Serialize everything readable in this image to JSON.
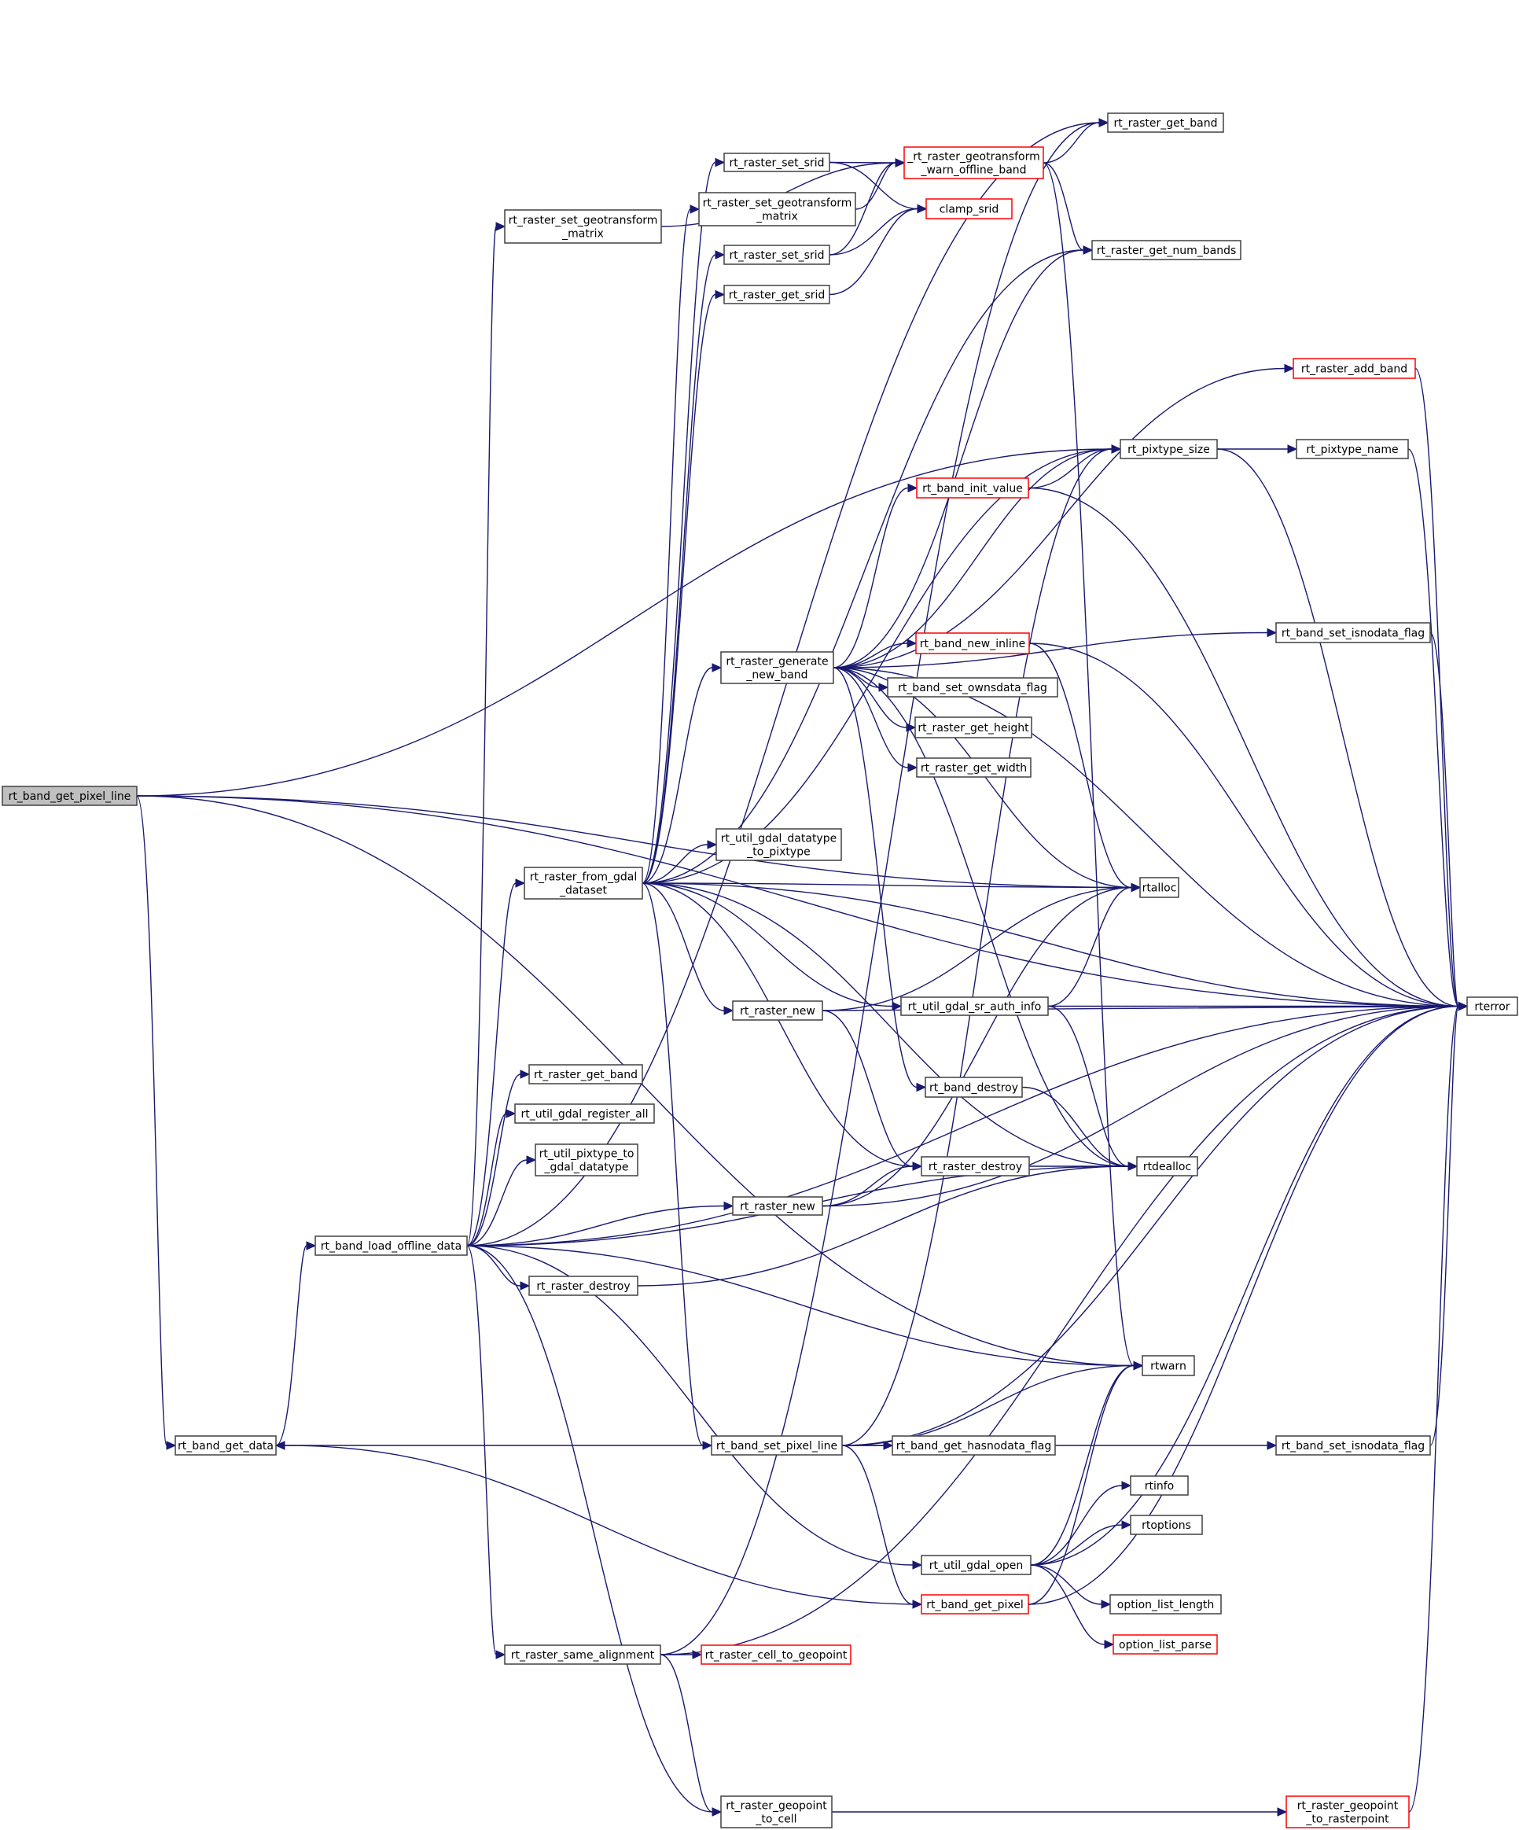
{
  "diagram": {
    "type": "call-graph",
    "root": "n_root",
    "colors": {
      "edge": "#191970",
      "node_border": "#404040",
      "root_fill": "#bfbfbf",
      "incomplete_border": "#ff0000"
    },
    "nodes": [
      {
        "id": "n_root",
        "lines": [
          "rt_band_get_pixel_line"
        ],
        "root": true
      },
      {
        "id": "n_band_get_data",
        "lines": [
          "rt_band_get_data"
        ]
      },
      {
        "id": "n_load_offline",
        "lines": [
          "rt_band_load_offline_data"
        ]
      },
      {
        "id": "n_set_geo_left",
        "lines": [
          "rt_raster_set_geotransform",
          "_matrix"
        ]
      },
      {
        "id": "n_from_gdal",
        "lines": [
          "rt_raster_from_gdal",
          "_dataset"
        ]
      },
      {
        "id": "n_get_band_left",
        "lines": [
          "rt_raster_get_band"
        ]
      },
      {
        "id": "n_register_all",
        "lines": [
          "rt_util_gdal_register_all"
        ]
      },
      {
        "id": "n_pixtype_to_gdal",
        "lines": [
          "rt_util_pixtype_to",
          "_gdal_datatype"
        ]
      },
      {
        "id": "n_destroy_left",
        "lines": [
          "rt_raster_destroy"
        ]
      },
      {
        "id": "n_same_align",
        "lines": [
          "rt_raster_same_alignment"
        ]
      },
      {
        "id": "n_set_srid1",
        "lines": [
          "rt_raster_set_srid"
        ]
      },
      {
        "id": "n_set_geo_mid",
        "lines": [
          "rt_raster_set_geotransform",
          "_matrix"
        ]
      },
      {
        "id": "n_set_srid2",
        "lines": [
          "rt_raster_set_srid"
        ]
      },
      {
        "id": "n_get_srid",
        "lines": [
          "rt_raster_get_srid"
        ]
      },
      {
        "id": "n_gen_new_band",
        "lines": [
          "rt_raster_generate",
          "_new_band"
        ]
      },
      {
        "id": "n_datatype_to_pix",
        "lines": [
          "rt_util_gdal_datatype",
          "_to_pixtype"
        ]
      },
      {
        "id": "n_raster_new1",
        "lines": [
          "rt_raster_new"
        ]
      },
      {
        "id": "n_raster_new2",
        "lines": [
          "rt_raster_new"
        ]
      },
      {
        "id": "n_set_pixel_line",
        "lines": [
          "rt_band_set_pixel_line"
        ]
      },
      {
        "id": "n_geo_to_cell",
        "lines": [
          "rt_raster_geopoint",
          "_to_cell"
        ]
      },
      {
        "id": "n_warn_offline",
        "lines": [
          "_rt_raster_geotransform",
          "_warn_offline_band"
        ],
        "red": true
      },
      {
        "id": "n_clamp_srid",
        "lines": [
          "clamp_srid"
        ],
        "red": true
      },
      {
        "id": "n_band_init",
        "lines": [
          "rt_band_init_value"
        ],
        "red": true
      },
      {
        "id": "n_band_new_inline",
        "lines": [
          "rt_band_new_inline"
        ],
        "red": true
      },
      {
        "id": "n_ownsdata",
        "lines": [
          "rt_band_set_ownsdata_flag"
        ]
      },
      {
        "id": "n_get_height",
        "lines": [
          "rt_raster_get_height"
        ]
      },
      {
        "id": "n_get_width",
        "lines": [
          "rt_raster_get_width"
        ]
      },
      {
        "id": "n_sr_auth",
        "lines": [
          "rt_util_gdal_sr_auth_info"
        ]
      },
      {
        "id": "n_band_destroy",
        "lines": [
          "rt_band_destroy"
        ]
      },
      {
        "id": "n_destroy_mid",
        "lines": [
          "rt_raster_destroy"
        ]
      },
      {
        "id": "n_hasnodata",
        "lines": [
          "rt_band_get_hasnodata_flag"
        ]
      },
      {
        "id": "n_gdal_open",
        "lines": [
          "rt_util_gdal_open"
        ]
      },
      {
        "id": "n_get_pixel",
        "lines": [
          "rt_band_get_pixel"
        ],
        "red": true
      },
      {
        "id": "n_cell_to_geo",
        "lines": [
          "rt_raster_cell_to_geopoint"
        ],
        "red": true
      },
      {
        "id": "n_get_band_top",
        "lines": [
          "rt_raster_get_band"
        ]
      },
      {
        "id": "n_num_bands",
        "lines": [
          "rt_raster_get_num_bands"
        ]
      },
      {
        "id": "n_add_band",
        "lines": [
          "rt_raster_add_band"
        ],
        "red": true
      },
      {
        "id": "n_pixtype_size",
        "lines": [
          "rt_pixtype_size"
        ]
      },
      {
        "id": "n_pixtype_name",
        "lines": [
          "rt_pixtype_name"
        ]
      },
      {
        "id": "n_isnodata1",
        "lines": [
          "rt_band_set_isnodata_flag"
        ]
      },
      {
        "id": "n_rtalloc",
        "lines": [
          "rtalloc"
        ]
      },
      {
        "id": "n_rtdealloc",
        "lines": [
          "rtdealloc"
        ]
      },
      {
        "id": "n_rtwarn",
        "lines": [
          "rtwarn"
        ]
      },
      {
        "id": "n_rterror",
        "lines": [
          "rterror"
        ]
      },
      {
        "id": "n_isnodata2",
        "lines": [
          "rt_band_set_isnodata_flag"
        ]
      },
      {
        "id": "n_rtinfo",
        "lines": [
          "rtinfo"
        ]
      },
      {
        "id": "n_rtoptions",
        "lines": [
          "rtoptions"
        ]
      },
      {
        "id": "n_opt_len",
        "lines": [
          "option_list_length"
        ]
      },
      {
        "id": "n_opt_parse",
        "lines": [
          "option_list_parse"
        ],
        "red": true
      },
      {
        "id": "n_geo_to_rasterpoint",
        "lines": [
          "rt_raster_geopoint",
          "_to_rasterpoint"
        ],
        "red": true
      }
    ],
    "edges": [
      [
        "n_root",
        "n_band_get_data"
      ],
      [
        "n_root",
        "n_pixtype_size"
      ],
      [
        "n_root",
        "n_rtalloc"
      ],
      [
        "n_root",
        "n_rterror"
      ],
      [
        "n_root",
        "n_rtwarn"
      ],
      [
        "n_band_get_data",
        "n_load_offline"
      ],
      [
        "n_load_offline",
        "n_set_geo_left"
      ],
      [
        "n_load_offline",
        "n_from_gdal"
      ],
      [
        "n_load_offline",
        "n_get_band_left"
      ],
      [
        "n_load_offline",
        "n_register_all"
      ],
      [
        "n_load_offline",
        "n_pixtype_to_gdal"
      ],
      [
        "n_load_offline",
        "n_raster_new2"
      ],
      [
        "n_load_offline",
        "n_destroy_left"
      ],
      [
        "n_load_offline",
        "n_rtwarn"
      ],
      [
        "n_load_offline",
        "n_gdal_open"
      ],
      [
        "n_load_offline",
        "n_same_align"
      ],
      [
        "n_load_offline",
        "n_geo_to_cell"
      ],
      [
        "n_load_offline",
        "n_rterror"
      ],
      [
        "n_load_offline",
        "n_rtdealloc"
      ],
      [
        "n_load_offline",
        "n_get_band_top"
      ],
      [
        "n_set_geo_left",
        "n_warn_offline"
      ],
      [
        "n_from_gdal",
        "n_set_srid1"
      ],
      [
        "n_from_gdal",
        "n_set_geo_mid"
      ],
      [
        "n_from_gdal",
        "n_set_srid2"
      ],
      [
        "n_from_gdal",
        "n_get_srid"
      ],
      [
        "n_from_gdal",
        "n_gen_new_band"
      ],
      [
        "n_from_gdal",
        "n_datatype_to_pix"
      ],
      [
        "n_from_gdal",
        "n_rtalloc"
      ],
      [
        "n_from_gdal",
        "n_raster_new1"
      ],
      [
        "n_from_gdal",
        "n_sr_auth"
      ],
      [
        "n_from_gdal",
        "n_destroy_mid"
      ],
      [
        "n_from_gdal",
        "n_rtdealloc"
      ],
      [
        "n_from_gdal",
        "n_set_pixel_line"
      ],
      [
        "n_from_gdal",
        "n_num_bands"
      ],
      [
        "n_from_gdal",
        "n_pixtype_size"
      ],
      [
        "n_from_gdal",
        "n_rterror"
      ],
      [
        "n_set_srid1",
        "n_warn_offline"
      ],
      [
        "n_set_srid1",
        "n_clamp_srid"
      ],
      [
        "n_set_geo_mid",
        "n_warn_offline"
      ],
      [
        "n_set_srid2",
        "n_warn_offline"
      ],
      [
        "n_set_srid2",
        "n_clamp_srid"
      ],
      [
        "n_get_srid",
        "n_clamp_srid"
      ],
      [
        "n_warn_offline",
        "n_get_band_top"
      ],
      [
        "n_warn_offline",
        "n_num_bands"
      ],
      [
        "n_warn_offline",
        "n_rtwarn"
      ],
      [
        "n_gen_new_band",
        "n_add_band"
      ],
      [
        "n_gen_new_band",
        "n_pixtype_size"
      ],
      [
        "n_gen_new_band",
        "n_band_init"
      ],
      [
        "n_gen_new_band",
        "n_band_new_inline"
      ],
      [
        "n_gen_new_band",
        "n_ownsdata"
      ],
      [
        "n_gen_new_band",
        "n_get_height"
      ],
      [
        "n_gen_new_band",
        "n_get_width"
      ],
      [
        "n_gen_new_band",
        "n_isnodata1"
      ],
      [
        "n_gen_new_band",
        "n_rtalloc"
      ],
      [
        "n_gen_new_band",
        "n_band_destroy"
      ],
      [
        "n_gen_new_band",
        "n_rtdealloc"
      ],
      [
        "n_gen_new_band",
        "n_rterror"
      ],
      [
        "n_gen_new_band",
        "n_num_bands"
      ],
      [
        "n_band_init",
        "n_pixtype_size"
      ],
      [
        "n_band_init",
        "n_rterror"
      ],
      [
        "n_band_new_inline",
        "n_rtalloc"
      ],
      [
        "n_band_new_inline",
        "n_rterror"
      ],
      [
        "n_pixtype_size",
        "n_pixtype_name"
      ],
      [
        "n_pixtype_size",
        "n_rterror"
      ],
      [
        "n_pixtype_name",
        "n_rterror"
      ],
      [
        "n_add_band",
        "n_rterror"
      ],
      [
        "n_isnodata1",
        "n_rterror"
      ],
      [
        "n_raster_new1",
        "n_rtalloc"
      ],
      [
        "n_raster_new1",
        "n_rterror"
      ],
      [
        "n_raster_new1",
        "n_destroy_mid"
      ],
      [
        "n_raster_new2",
        "n_rtalloc"
      ],
      [
        "n_raster_new2",
        "n_rterror"
      ],
      [
        "n_raster_new2",
        "n_destroy_mid"
      ],
      [
        "n_sr_auth",
        "n_rtalloc"
      ],
      [
        "n_sr_auth",
        "n_rterror"
      ],
      [
        "n_sr_auth",
        "n_rtdealloc"
      ],
      [
        "n_band_destroy",
        "n_rtdealloc"
      ],
      [
        "n_destroy_mid",
        "n_rtdealloc"
      ],
      [
        "n_destroy_left",
        "n_rtdealloc"
      ],
      [
        "n_set_pixel_line",
        "n_band_get_data"
      ],
      [
        "n_set_pixel_line",
        "n_hasnodata"
      ],
      [
        "n_set_pixel_line",
        "n_isnodata2"
      ],
      [
        "n_set_pixel_line",
        "n_get_pixel"
      ],
      [
        "n_set_pixel_line",
        "n_rtwarn"
      ],
      [
        "n_set_pixel_line",
        "n_rterror"
      ],
      [
        "n_set_pixel_line",
        "n_pixtype_size"
      ],
      [
        "n_isnodata2",
        "n_rterror"
      ],
      [
        "n_gdal_open",
        "n_rtinfo"
      ],
      [
        "n_gdal_open",
        "n_rtoptions"
      ],
      [
        "n_gdal_open",
        "n_opt_len"
      ],
      [
        "n_gdal_open",
        "n_opt_parse"
      ],
      [
        "n_gdal_open",
        "n_rtwarn"
      ],
      [
        "n_gdal_open",
        "n_rterror"
      ],
      [
        "n_get_pixel",
        "n_band_get_data"
      ],
      [
        "n_get_pixel",
        "n_rtwarn"
      ],
      [
        "n_get_pixel",
        "n_rterror"
      ],
      [
        "n_same_align",
        "n_cell_to_geo"
      ],
      [
        "n_same_align",
        "n_geo_to_cell"
      ],
      [
        "n_same_align",
        "n_rterror"
      ],
      [
        "n_same_align",
        "n_get_band_top"
      ],
      [
        "n_geo_to_cell",
        "n_geo_to_rasterpoint"
      ],
      [
        "n_geo_to_rasterpoint",
        "n_rterror"
      ]
    ]
  }
}
